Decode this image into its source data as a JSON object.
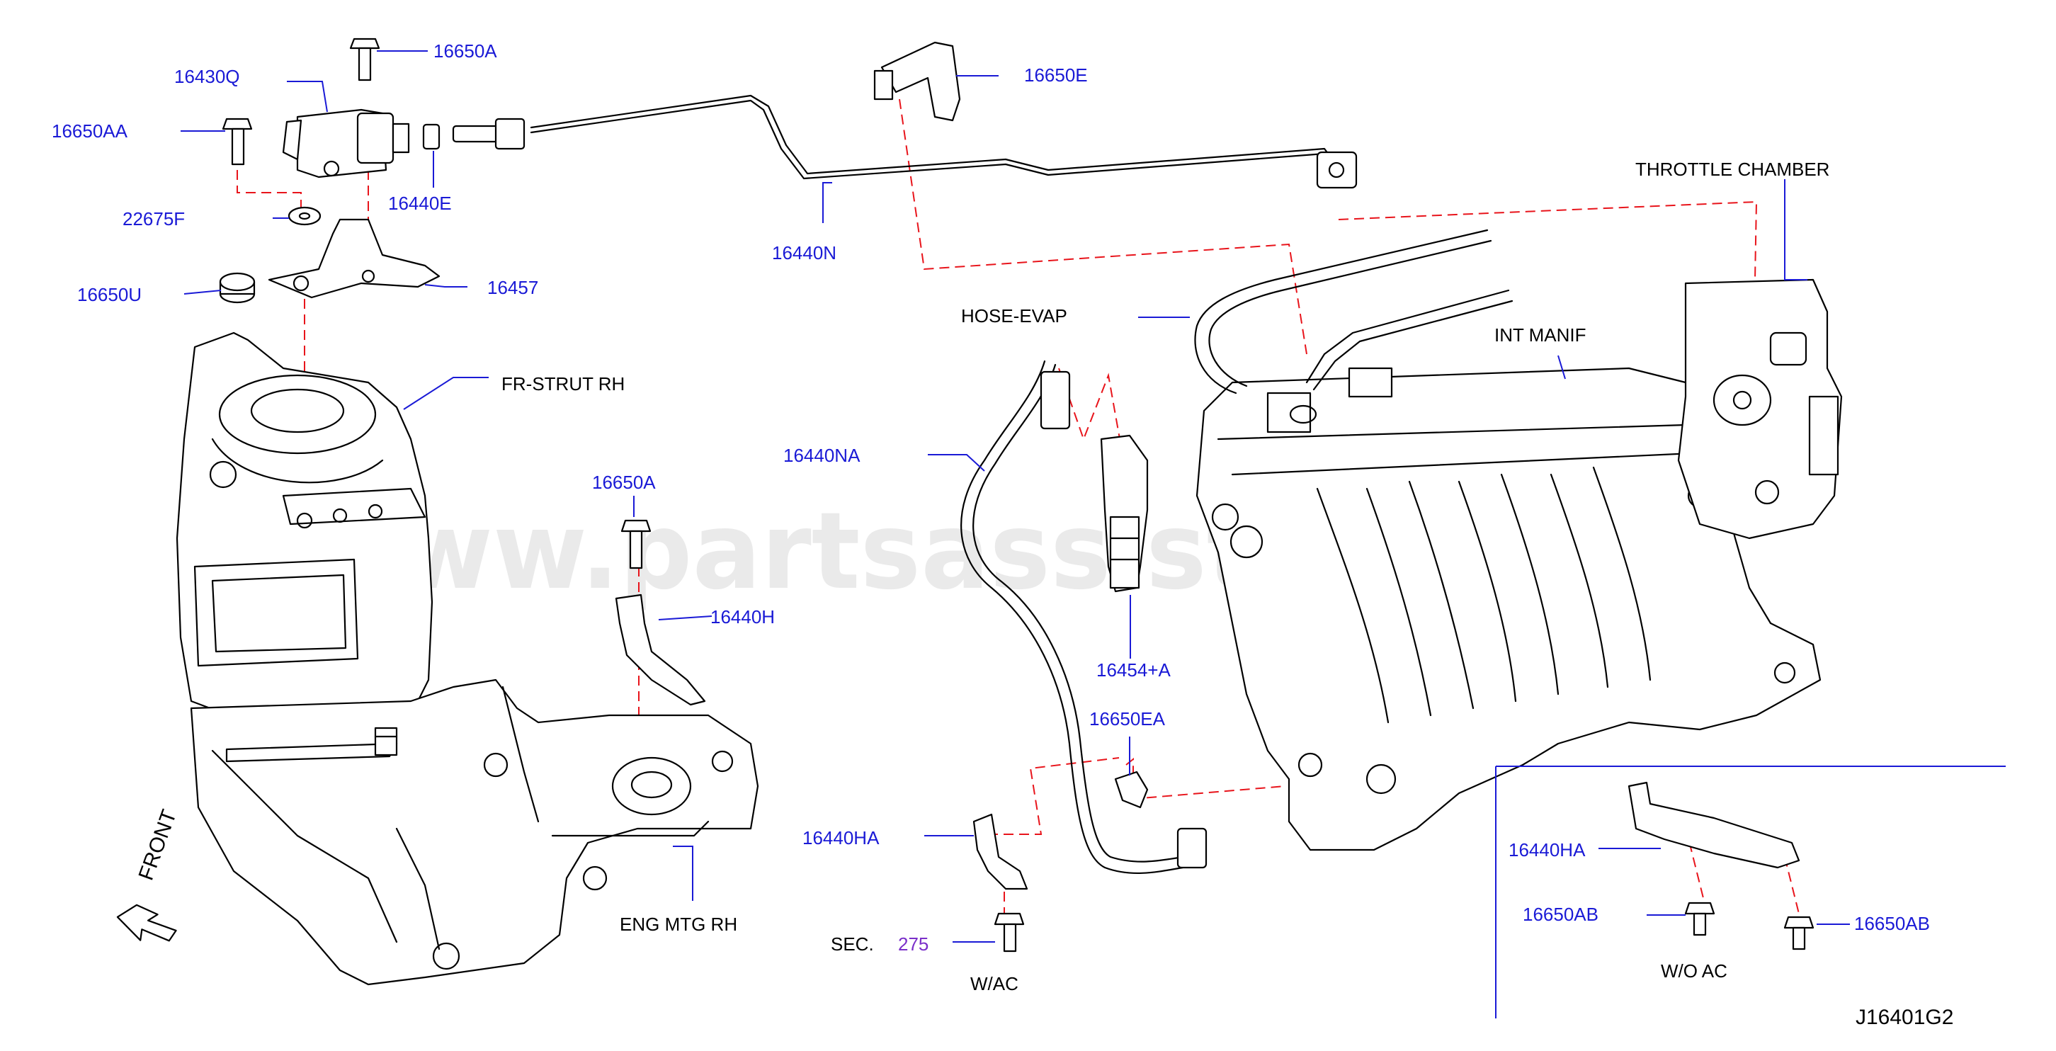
{
  "watermark": "www.partsassistant.com",
  "diagram_code": "J16401G2",
  "front_label": "FRONT",
  "labels": {
    "p16650A_top": "16650A",
    "p16430Q": "16430Q",
    "p16650AA": "16650AA",
    "p16440E": "16440E",
    "p22675F": "22675F",
    "p16650U": "16650U",
    "p16457": "16457",
    "p16650E": "16650E",
    "p16440N": "16440N",
    "throttle_chamber": "THROTTLE   CHAMBER",
    "hose_evap": "HOSE-EVAP",
    "int_manif": "INT   MANIF",
    "fr_strut": "FR-STRUT   RH",
    "p16440NA": "16440NA",
    "p16650A_mid": "16650A",
    "p16440H": "16440H",
    "p16454A": "16454+A",
    "p16650EA": "16650EA",
    "p16440HA_left": "16440HA",
    "eng_mtg": "ENG   MTG   RH",
    "sec_prefix": "SEC.",
    "sec_number": "275",
    "w_ac": "W/AC",
    "p16440HA_right": "16440HA",
    "p16650AB_left": "16650AB",
    "p16650AB_right": "16650AB",
    "wo_ac": "W/O   AC"
  },
  "colors": {
    "part_number": "#1a1ad6",
    "component_name": "#000000",
    "section_number": "#7a2fc9",
    "alignment_dash": "#e8141b",
    "watermark": "#d8d8d8"
  }
}
